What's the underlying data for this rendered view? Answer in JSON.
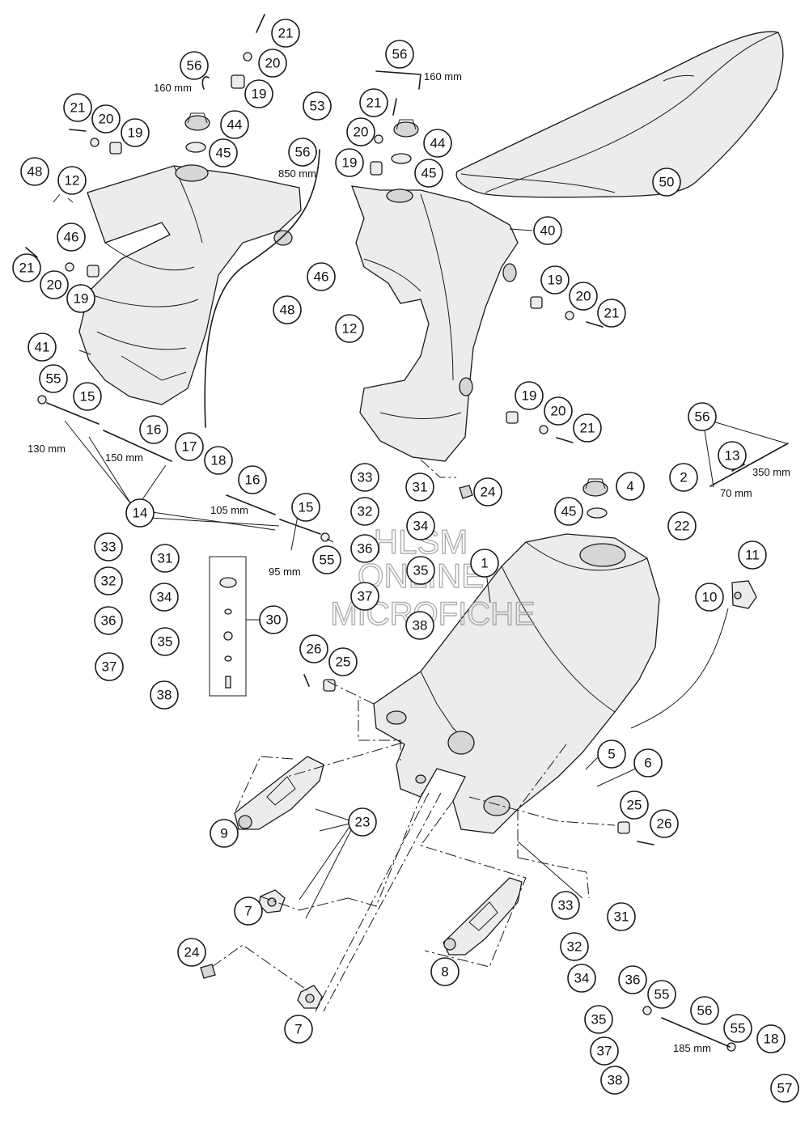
{
  "watermark": {
    "line1": "HLSM",
    "line2": "ONLINE",
    "line3": "MICROFICHE"
  },
  "callouts": [
    {
      "label": "21"
    },
    {
      "label": "20"
    },
    {
      "label": "56"
    },
    {
      "label": "19"
    },
    {
      "label": "44"
    },
    {
      "label": "45"
    },
    {
      "label": "53"
    },
    {
      "label": "56"
    },
    {
      "label": "21"
    },
    {
      "label": "20"
    },
    {
      "label": "19"
    },
    {
      "label": "44"
    },
    {
      "label": "45"
    },
    {
      "label": "56"
    },
    {
      "label": "50"
    },
    {
      "label": "21"
    },
    {
      "label": "20"
    },
    {
      "label": "19"
    },
    {
      "label": "48"
    },
    {
      "label": "12"
    },
    {
      "label": "46"
    },
    {
      "label": "21"
    },
    {
      "label": "20"
    },
    {
      "label": "19"
    },
    {
      "label": "40"
    },
    {
      "label": "46"
    },
    {
      "label": "48"
    },
    {
      "label": "12"
    },
    {
      "label": "19"
    },
    {
      "label": "20"
    },
    {
      "label": "21"
    },
    {
      "label": "41"
    },
    {
      "label": "55"
    },
    {
      "label": "15"
    },
    {
      "label": "16"
    },
    {
      "label": "17"
    },
    {
      "label": "18"
    },
    {
      "label": "16"
    },
    {
      "label": "19"
    },
    {
      "label": "20"
    },
    {
      "label": "21"
    },
    {
      "label": "56"
    },
    {
      "label": "13"
    },
    {
      "label": "2"
    },
    {
      "label": "33"
    },
    {
      "label": "31"
    },
    {
      "label": "24"
    },
    {
      "label": "4"
    },
    {
      "label": "45"
    },
    {
      "label": "22"
    },
    {
      "label": "14"
    },
    {
      "label": "15"
    },
    {
      "label": "32"
    },
    {
      "label": "34"
    },
    {
      "label": "33"
    },
    {
      "label": "31"
    },
    {
      "label": "55"
    },
    {
      "label": "36"
    },
    {
      "label": "1"
    },
    {
      "label": "35"
    },
    {
      "label": "11"
    },
    {
      "label": "32"
    },
    {
      "label": "10"
    },
    {
      "label": "34"
    },
    {
      "label": "37"
    },
    {
      "label": "36"
    },
    {
      "label": "30"
    },
    {
      "label": "38"
    },
    {
      "label": "35"
    },
    {
      "label": "26"
    },
    {
      "label": "25"
    },
    {
      "label": "37"
    },
    {
      "label": "38"
    },
    {
      "label": "5"
    },
    {
      "label": "6"
    },
    {
      "label": "25"
    },
    {
      "label": "23"
    },
    {
      "label": "26"
    },
    {
      "label": "9"
    },
    {
      "label": "7"
    },
    {
      "label": "33"
    },
    {
      "label": "31"
    },
    {
      "label": "24"
    },
    {
      "label": "32"
    },
    {
      "label": "8"
    },
    {
      "label": "34"
    },
    {
      "label": "36"
    },
    {
      "label": "55"
    },
    {
      "label": "56"
    },
    {
      "label": "35"
    },
    {
      "label": "55"
    },
    {
      "label": "18"
    },
    {
      "label": "7"
    },
    {
      "label": "37"
    },
    {
      "label": "38"
    },
    {
      "label": "57"
    }
  ],
  "dimensions": [
    {
      "text": "160 mm"
    },
    {
      "text": "160 mm"
    },
    {
      "text": "850 mm"
    },
    {
      "text": "130 mm"
    },
    {
      "text": "150 mm"
    },
    {
      "text": "105 mm"
    },
    {
      "text": "95 mm"
    },
    {
      "text": "350 mm"
    },
    {
      "text": "70 mm"
    },
    {
      "text": "185 mm"
    }
  ]
}
